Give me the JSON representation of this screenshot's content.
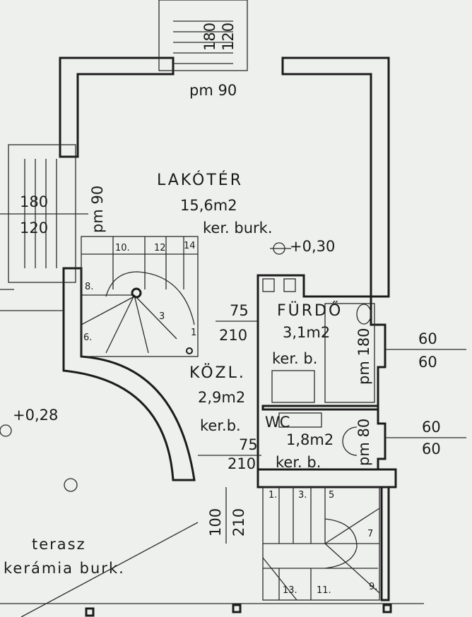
{
  "plan": {
    "top_window": {
      "top": "180",
      "bottom": "120"
    },
    "top_sill": "pm 90",
    "living": {
      "name": "LAKÓTÉR",
      "area": "15,6m2",
      "floor": "ker. burk.",
      "level": "+0,30"
    },
    "left_window": {
      "top": "180",
      "bottom": "120",
      "sill": "pm 90"
    },
    "stair_upper_steps": [
      "10.",
      "12",
      "14",
      "8.",
      "6.",
      "3",
      "1"
    ],
    "bath_door": {
      "width": "75",
      "height": "210"
    },
    "bath": {
      "name": "FÜRDŐ",
      "area": "3,1m2",
      "floor": "ker. b.",
      "sill": "pm 180"
    },
    "bath_window": {
      "top": "60",
      "bottom": "60"
    },
    "hall": {
      "name": "KÖZL.",
      "area": "2,9m2",
      "floor": "ker.b."
    },
    "wc": {
      "name": "WC",
      "area": "1,8m2",
      "floor": "ker. b.",
      "sill": "pm 80"
    },
    "wc_door": {
      "width": "75",
      "height": "210"
    },
    "wc_window": {
      "top": "60",
      "bottom": "60"
    },
    "terrace_level": "+0,28",
    "entry_door": {
      "width": "100",
      "height": "210"
    },
    "terrace": {
      "name": "terasz",
      "floor": "kerámia burk."
    },
    "stair_lower_steps": [
      "1.",
      "3.",
      "5",
      "7",
      "9.",
      "11.",
      "13."
    ]
  }
}
